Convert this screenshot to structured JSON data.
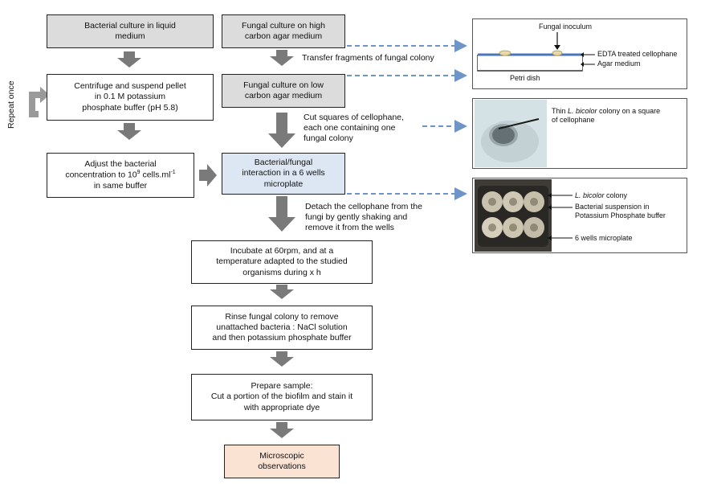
{
  "left_column": {
    "box1": "Bacterial culture in liquid\nmedium",
    "box2_pre": "Centrifuge and suspend pellet\nin  0.1 M potassium\nphosphate  buffer (pH 5.8)",
    "box3_line1a": "Adjust the bacterial",
    "box3_line2a": "concentration to 10",
    "box3_sup1": "9",
    "box3_line2b": " cells.ml",
    "box3_sup2": "-1",
    "box3_line3": "in same buffer",
    "repeat_label": "Repeat once"
  },
  "middle_column": {
    "box1": "Fungal culture on high\ncarbon agar medium",
    "step1_note": "Transfer fragments of fungal colony",
    "box2": "Fungal culture on low\ncarbon agar medium",
    "step2_note": "Cut squares of cellophane,\neach one containing one\nfungal colony",
    "box3": "Bacterial/fungal\ninteraction in a 6 wells\nmicroplate",
    "step3_note": "Detach the cellophane from the\nfungi by gently shaking and\nremove it from the wells",
    "box4": "Incubate at 60rpm, and at a\ntemperature adapted to the studied\norganisms during x h",
    "box5": "Rinse fungal colony to remove\nunattached bacteria : NaCl solution\nand then potassium phosphate buffer",
    "box6": "Prepare sample:\nCut a portion of the biofilm and stain it\nwith appropriate dye",
    "box7": "Microscopic\nobservations"
  },
  "panels": {
    "petri": {
      "inoculum": "Fungal inoculum",
      "cellophane": "EDTA treated cellophane",
      "agar": "Agar medium",
      "dish": "Petri dish"
    },
    "colony": {
      "label_pre": "Thin ",
      "label_italic": "L. bicolor",
      "label_post": " colony on a square\nof cellophane"
    },
    "microplate": {
      "colony_italic": "L. bicolor",
      "colony_post": " colony",
      "suspension": "Bacterial suspension in\nPotassium Phosphate buffer",
      "plate": "6 wells microplate"
    }
  },
  "colors": {
    "grey_box": "#dcdcdc",
    "blue_box": "#dce7f3",
    "peach_box": "#fbe3d4",
    "arrow_grey": "#7a7a7a",
    "dashed_blue": "#6f94c8"
  }
}
